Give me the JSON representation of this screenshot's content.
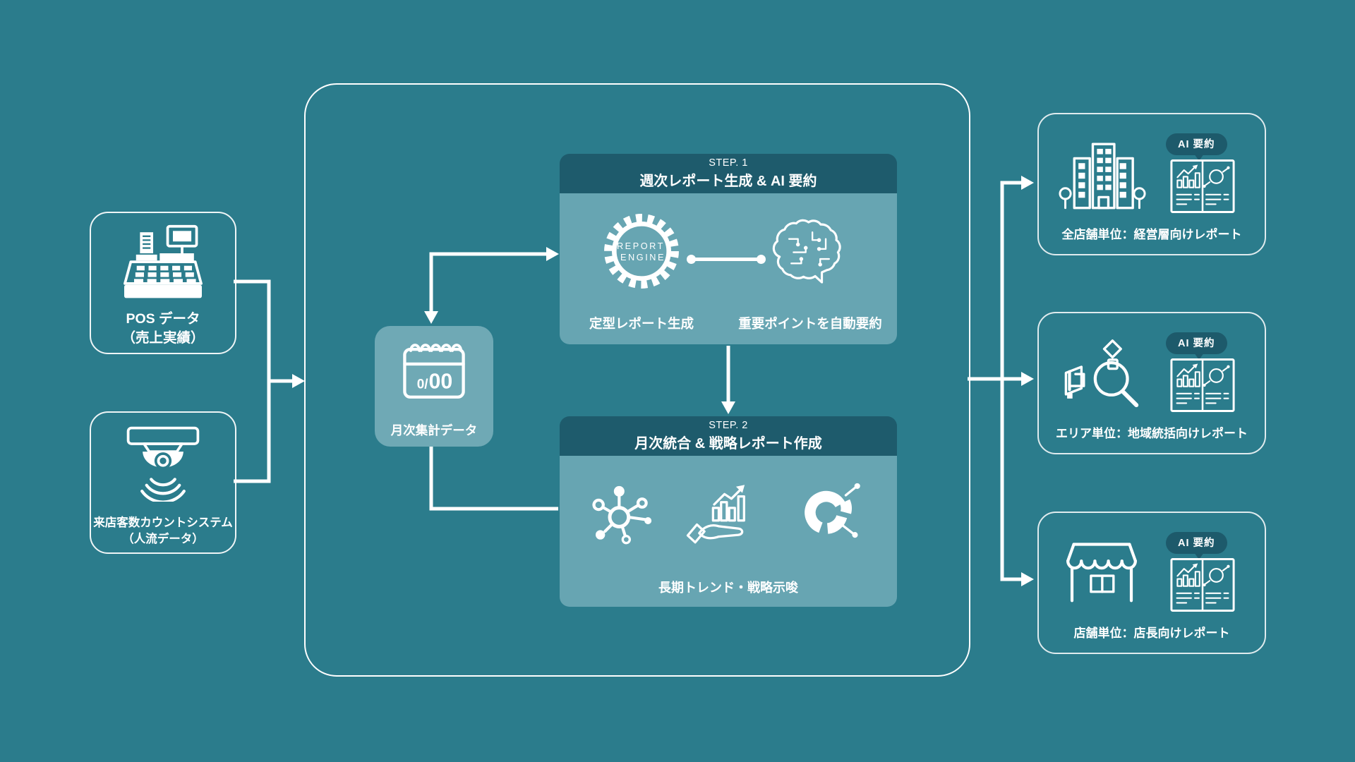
{
  "colors": {
    "background": "#2b7c8c",
    "panel_dark": "#1e5b6c",
    "panel_light": "#67a5b2",
    "node_light": "#6fa9b5",
    "line_white": "#ffffff"
  },
  "inputs": {
    "pos": {
      "line1": "POS データ",
      "line2": "（売上実績）"
    },
    "counter": {
      "line1": "来店客数カウントシステム",
      "line2": "（人流データ）"
    }
  },
  "monthly_node": {
    "label": "月次集計データ",
    "calendar_small": "0/",
    "calendar_large": "00"
  },
  "step1": {
    "step": "STEP. 1",
    "title": "週次レポート生成 & AI 要約",
    "gear_top": "REPORT",
    "gear_bottom": "ENGINE",
    "left_label": "定型レポート生成",
    "right_label": "重要ポイントを自動要約"
  },
  "step2": {
    "step": "STEP. 2",
    "title": "月次統合 & 戦略レポート作成",
    "label": "長期トレンド・戦略示唆"
  },
  "outputs": [
    {
      "badge": "AI 要約",
      "caption": "全店舗単位：経営層向けレポート"
    },
    {
      "badge": "AI 要約",
      "caption": "エリア単位：地域統括向けレポート"
    },
    {
      "badge": "AI 要約",
      "caption": "店舗単位：店長向けレポート"
    }
  ]
}
